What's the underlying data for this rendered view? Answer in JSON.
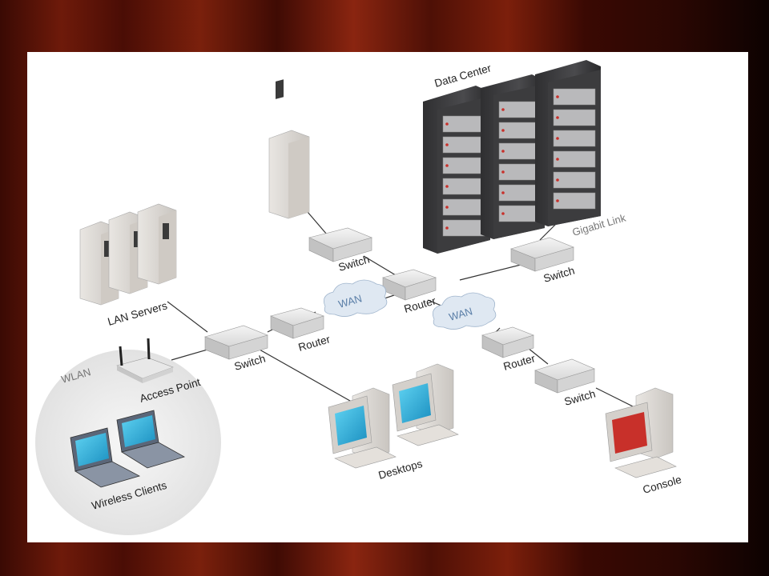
{
  "diagram": {
    "labels": {
      "data_center": "Data Center",
      "gigabit_link": "Gigabit Link",
      "switch_top": "Switch",
      "switch_dc": "Switch",
      "router_center": "Router",
      "wan_left": "WAN",
      "wan_right": "WAN",
      "router_left": "Router",
      "router_right": "Router",
      "switch_left": "Switch",
      "switch_right": "Switch",
      "lan_servers": "LAN Servers",
      "wlan": "WLAN",
      "access_point": "Access Point",
      "wireless_clients": "Wireless Clients",
      "desktops": "Desktops",
      "console": "Console"
    },
    "colors": {
      "screen_blue": "#1ea7d6",
      "console_screen": "#c8302a",
      "rack_dark": "#3c3c3e",
      "wan_cloud": "#dfe8f2"
    }
  }
}
